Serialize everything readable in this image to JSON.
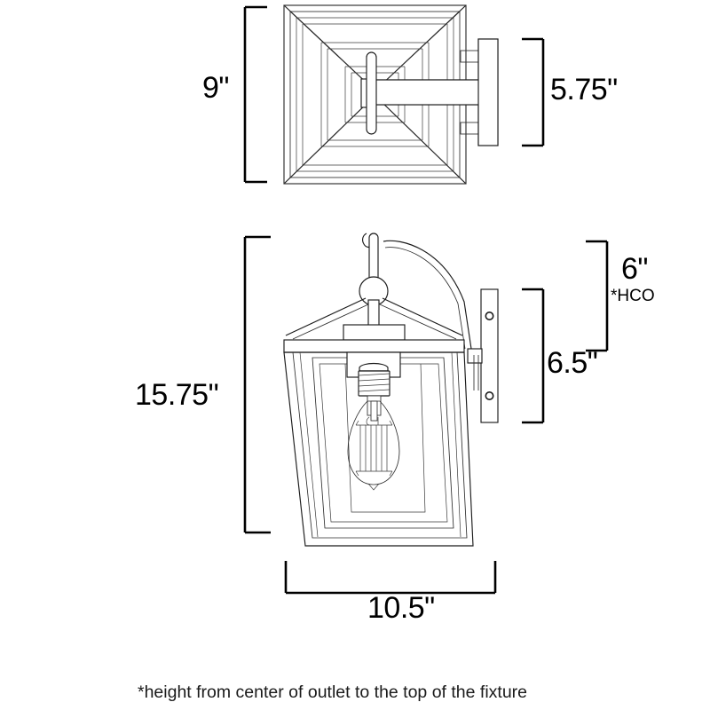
{
  "document": {
    "type": "product-dimension-drawing",
    "subject": "outdoor wall lantern sconce",
    "background_color": "#ffffff",
    "line_color": "#1b1b1b"
  },
  "views": {
    "top": {
      "name": "front-elevation-view",
      "description": "square cage lantern seen head-on with wall bracket"
    },
    "side": {
      "name": "side-elevation-view",
      "description": "tapered cage lantern with hook, curved arm, wall plate and Edison bulb"
    }
  },
  "dimensions": {
    "height_front": {
      "label": "9\"",
      "name": "dimension-9in"
    },
    "depth_front": {
      "label": "5.75\"",
      "name": "dimension-5-75in"
    },
    "height_side": {
      "label": "15.75\"",
      "name": "dimension-15-75in"
    },
    "width_side": {
      "label": "10.5\"",
      "name": "dimension-10-5in"
    },
    "hco": {
      "label": "6\"",
      "sublabel": "*HCO",
      "name": "dimension-6in-hco"
    },
    "depth_side": {
      "label": "6.5\"",
      "name": "dimension-6-5in"
    }
  },
  "footnote": {
    "text": "*height from center of outlet to the top of the fixture"
  }
}
